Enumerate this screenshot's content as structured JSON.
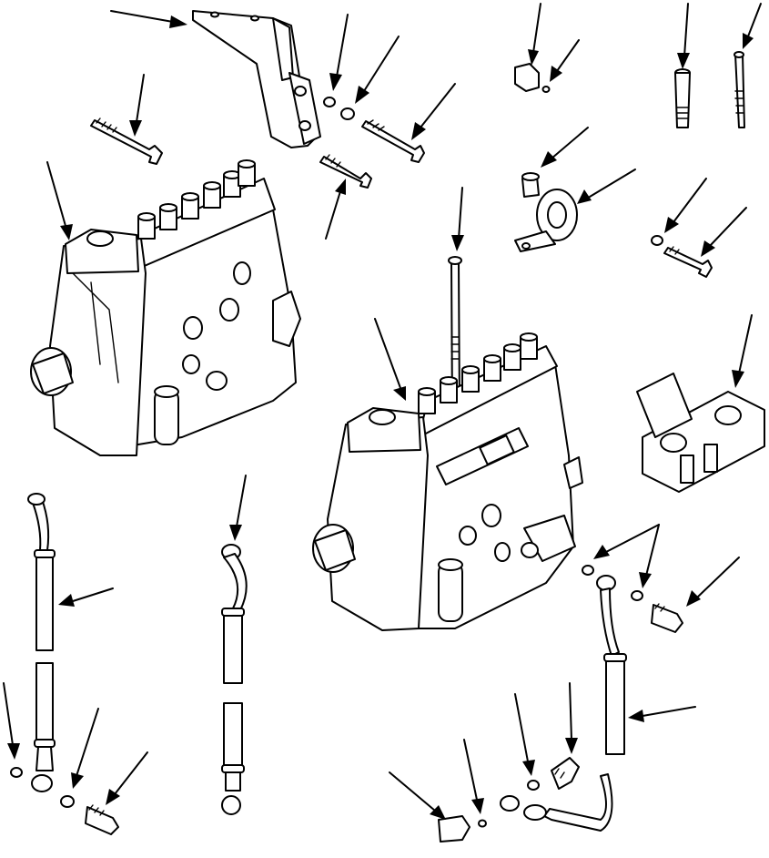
{
  "figure": {
    "kind": "exploded parts diagram",
    "text_labels": [],
    "line_color": "#000000",
    "background": "#ffffff"
  },
  "components": [
    {
      "name": "fuel-injection-pump-upper"
    },
    {
      "name": "fuel-injection-pump-lower"
    },
    {
      "name": "pump-mounting-bracket"
    },
    {
      "name": "pump-support-plate"
    },
    {
      "name": "hose-clamp"
    },
    {
      "name": "long-stud-bolt"
    },
    {
      "name": "fuel-tube-left"
    },
    {
      "name": "fuel-tube-center"
    },
    {
      "name": "fuel-tube-lower-right"
    }
  ]
}
